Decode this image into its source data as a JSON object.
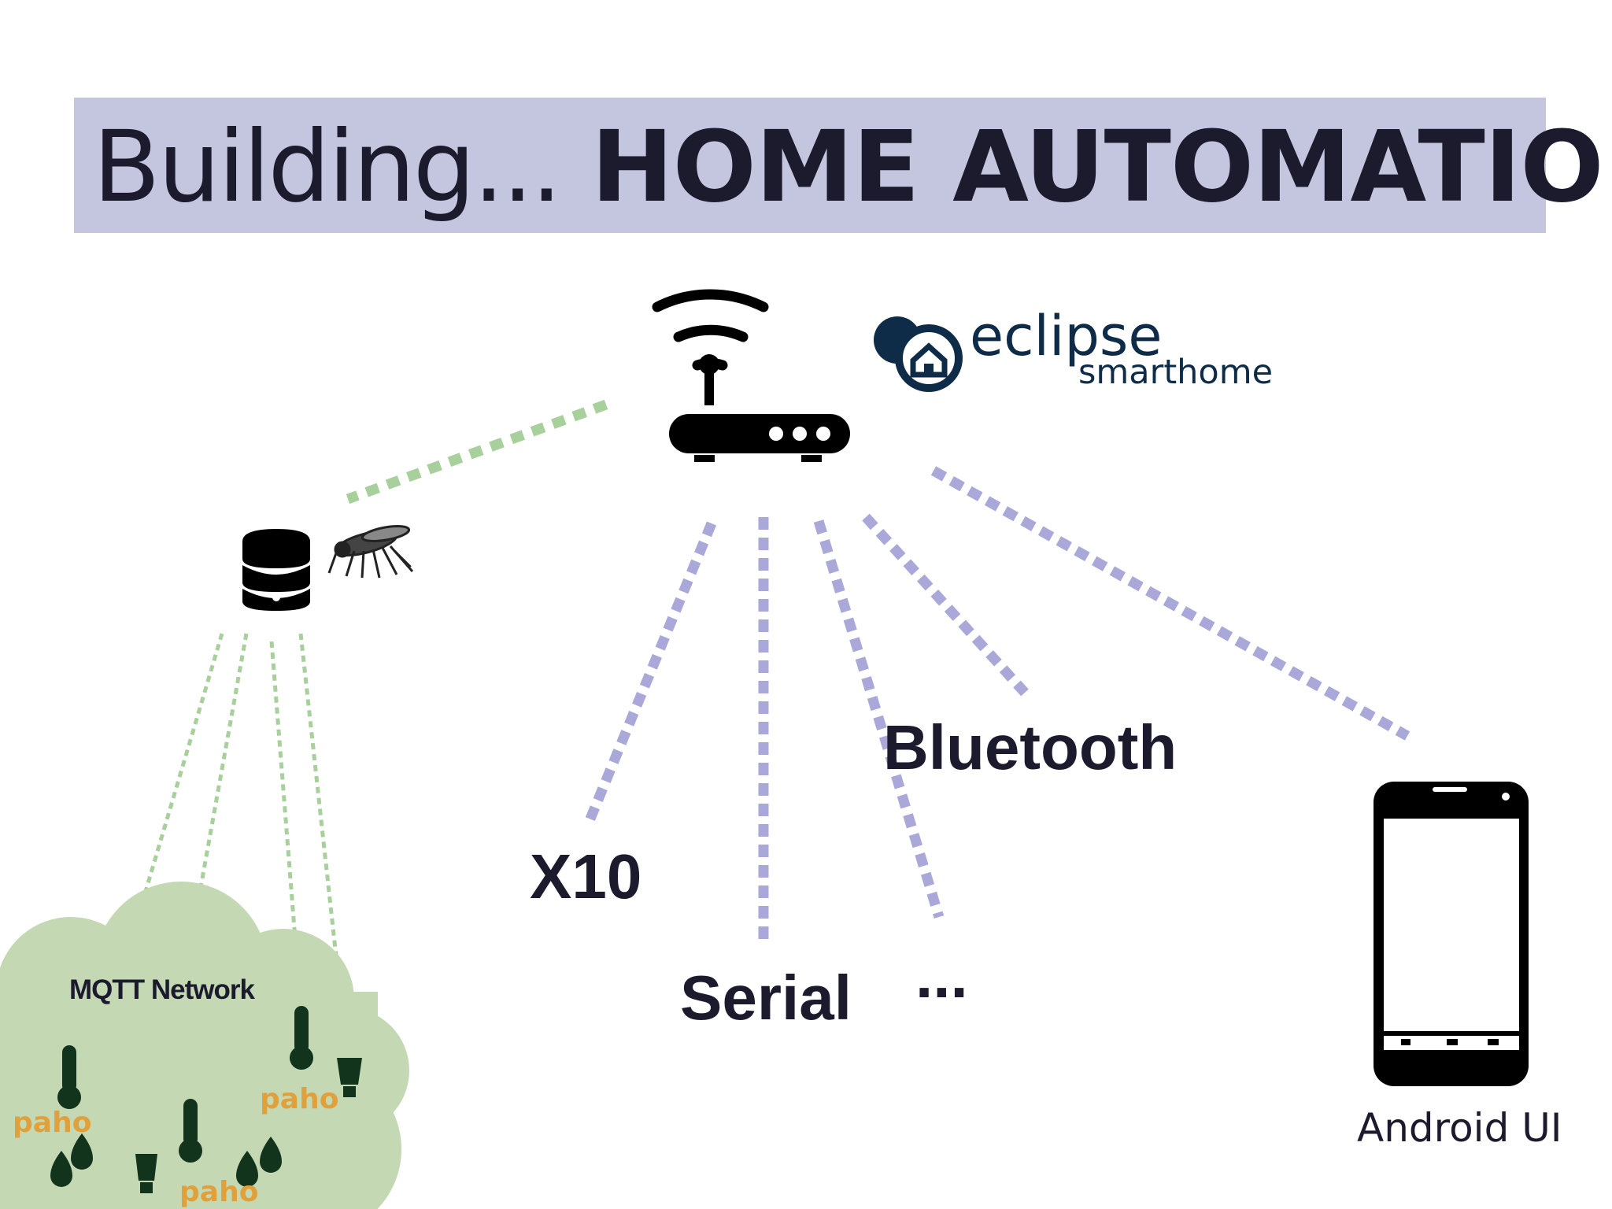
{
  "title": {
    "light": "Building...",
    "bold": "HOME AUTOMATION"
  },
  "protocols": {
    "bluetooth": "Bluetooth",
    "x10": "X10",
    "serial": "Serial",
    "more": "..."
  },
  "client": {
    "label": "Android UI"
  },
  "mqtt": {
    "network_label": "MQTT Network",
    "client_library": "paho"
  },
  "brand": {
    "word": "eclipse",
    "sub": "smarthome"
  },
  "colors": {
    "title_band": "#c4c5df",
    "text": "#1c1b2e",
    "link_purple": "#a9a8d8",
    "link_green": "#a8d09c",
    "cloud": "#c4d8b4",
    "brand_navy": "#0e2c47",
    "paho_p": "#e0a13c",
    "paho_a": "#d5564f",
    "paho_h": "#6eb04e",
    "paho_o": "#4a8ec6"
  },
  "icons": {
    "hub": "wifi-router-icon",
    "broker": "database-server-icon",
    "broker_mascot": "mosquito-icon",
    "client_device": "smartphone-icon",
    "sensors": [
      "thermometer-icon",
      "water-drops-icon",
      "light-bulb-icon"
    ]
  }
}
